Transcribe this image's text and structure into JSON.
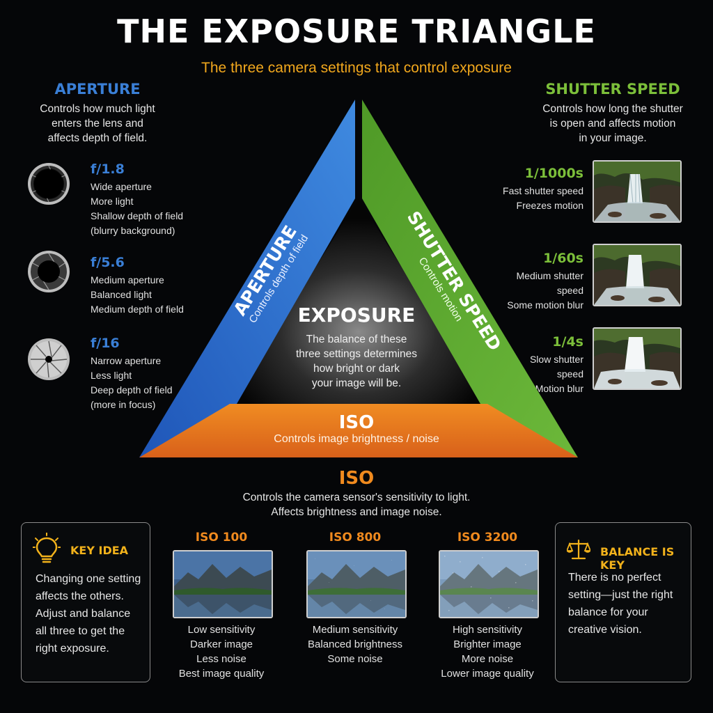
{
  "title": "THE EXPOSURE TRIANGLE",
  "subtitle": "The three camera settings that control exposure",
  "aperture": {
    "heading": "APERTURE",
    "description": [
      "Controls how much light",
      "enters the lens and",
      "affects depth of field."
    ],
    "items": [
      {
        "value": "f/1.8",
        "lines": [
          "Wide aperture",
          "More light",
          "Shallow depth of field",
          "(blurry background)"
        ]
      },
      {
        "value": "f/5.6",
        "lines": [
          "Medium aperture",
          "Balanced light",
          "Medium depth of field"
        ]
      },
      {
        "value": "f/16",
        "lines": [
          "Narrow aperture",
          "Less light",
          "Deep depth of field",
          "(more in focus)"
        ]
      }
    ]
  },
  "shutter": {
    "heading": "SHUTTER SPEED",
    "description": [
      "Controls how long the shutter",
      "is open and affects motion",
      "in your image."
    ],
    "items": [
      {
        "value": "1/1000s",
        "lines": [
          "Fast shutter speed",
          "Freezes motion"
        ]
      },
      {
        "value": "1/60s",
        "lines": [
          "Medium shutter speed",
          "Some motion blur"
        ]
      },
      {
        "value": "1/4s",
        "lines": [
          "Slow shutter",
          "speed",
          "Motion blur"
        ]
      }
    ]
  },
  "triangle": {
    "left_label": "APERTURE",
    "left_sub": "Controls depth of field",
    "right_label": "SHUTTER SPEED",
    "right_sub": "Controls motion",
    "bottom_label": "ISO",
    "bottom_sub": "Controls image brightness / noise",
    "center_title": "EXPOSURE",
    "center_text": [
      "The balance of these",
      "three settings determines",
      "how bright or dark",
      "your image will be."
    ],
    "colors": {
      "aperture": "#2f6fd0",
      "shutter": "#5aa82e",
      "iso": "#ef7a1a"
    }
  },
  "iso": {
    "heading": "ISO",
    "description": [
      "Controls the camera sensor's sensitivity to light.",
      "Affects brightness and image noise."
    ],
    "items": [
      {
        "value": "ISO 100",
        "lines": [
          "Low sensitivity",
          "Darker image",
          "Less noise",
          "Best image quality"
        ]
      },
      {
        "value": "ISO 800",
        "lines": [
          "Medium sensitivity",
          "Balanced brightness",
          "Some noise"
        ]
      },
      {
        "value": "ISO 3200",
        "lines": [
          "High sensitivity",
          "Brighter image",
          "More noise",
          "Lower image quality"
        ]
      }
    ]
  },
  "key_idea": {
    "title": "KEY IDEA",
    "icon": "lightbulb-icon",
    "lines": [
      "Changing one setting",
      "affects the others.",
      "Adjust and balance",
      "all three to get the",
      "right exposure."
    ]
  },
  "balance": {
    "title": "BALANCE IS KEY",
    "icon": "scales-icon",
    "lines": [
      "There is no perfect",
      "setting—just the right",
      "balance for your",
      "creative vision."
    ]
  }
}
